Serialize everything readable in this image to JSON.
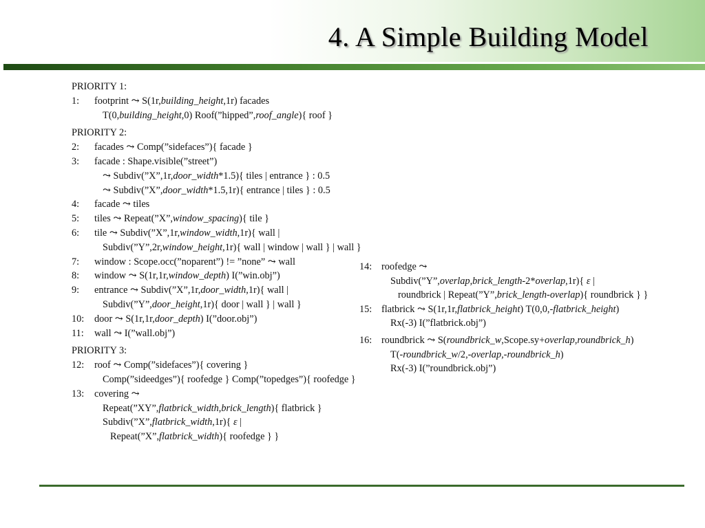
{
  "slide": {
    "title": "4. A Simple Building Model"
  },
  "left_column": [
    {
      "num": "",
      "indent": "h",
      "text": "PRIORITY 1:"
    },
    {
      "num": "1:",
      "indent": "",
      "text": "footprint ⤳ S(1r,<i>building_height</i>,1r) facades"
    },
    {
      "num": "",
      "indent": "i1",
      "text": "T(0,<i>building_height</i>,0) Roof(”hipped”,<i>roof_angle</i>){ roof }"
    },
    {
      "num": "",
      "indent": "h",
      "gap": true,
      "text": "PRIORITY 2:"
    },
    {
      "num": "2:",
      "indent": "",
      "text": "facades ⤳ Comp(”sidefaces”){ facade }"
    },
    {
      "num": "3:",
      "indent": "",
      "text": "facade : Shape.visible(”street”)"
    },
    {
      "num": "",
      "indent": "i1",
      "text": "⤳ Subdiv(”X”,1r,<i>door_width</i>*1.5){ tiles | entrance } : 0.5"
    },
    {
      "num": "",
      "indent": "i1",
      "text": "⤳ Subdiv(”X”,<i>door_width</i>*1.5,1r){ entrance | tiles } : 0.5"
    },
    {
      "num": "4:",
      "indent": "",
      "text": "facade ⤳ tiles"
    },
    {
      "num": "5:",
      "indent": "",
      "text": "tiles ⤳ Repeat(”X”,<i>window_spacing</i>){ tile }"
    },
    {
      "num": "6:",
      "indent": "",
      "text": "tile ⤳ Subdiv(”X”,1r,<i>window_width</i>,1r){ wall |"
    },
    {
      "num": "",
      "indent": "i1",
      "text": "Subdiv(”Y”,2r,<i>window_height</i>,1r){ wall | window | wall } | wall }"
    },
    {
      "num": "7:",
      "indent": "",
      "text": "window : Scope.occ(”noparent”) != ”none” ⤳ wall"
    },
    {
      "num": "8:",
      "indent": "",
      "text": "window ⤳ S(1r,1r,<i>window_depth</i>) I(”win.obj”)"
    },
    {
      "num": "9:",
      "indent": "",
      "text": "entrance ⤳ Subdiv(”X”,1r,<i>door_width</i>,1r){ wall |"
    },
    {
      "num": "",
      "indent": "i1",
      "text": "Subdiv(”Y”,<i>door_height</i>,1r){ door | wall } | wall }"
    },
    {
      "num": "10:",
      "indent": "",
      "text": "door ⤳ S(1r,1r,<i>door_depth</i>) I(”door.obj”)"
    },
    {
      "num": "11:",
      "indent": "",
      "text": "wall ⤳ I(”wall.obj”)"
    },
    {
      "num": "",
      "indent": "h",
      "gap": true,
      "text": "PRIORITY 3:"
    },
    {
      "num": "12:",
      "indent": "",
      "text": "roof ⤳ Comp(”sidefaces”){ covering }"
    },
    {
      "num": "",
      "indent": "i1",
      "text": "Comp(”sideedges”){ roofedge } Comp(”topedges”){ roofedge }"
    },
    {
      "num": "13:",
      "indent": "",
      "text": "covering ⤳"
    },
    {
      "num": "",
      "indent": "i1",
      "text": "Repeat(”XY”,<i>flatbrick_width</i>,<i>brick_length</i>){ flatbrick }"
    },
    {
      "num": "",
      "indent": "i1",
      "text": "Subdiv(”X”,<i>flatbrick_width</i>,1r){ <i>ε</i> |"
    },
    {
      "num": "",
      "indent": "i2",
      "text": "Repeat(”X”,<i>flatbrick_width</i>){ roofedge } }"
    }
  ],
  "right_column": [
    {
      "num": "14:",
      "indent": "",
      "text": "roofedge ⤳"
    },
    {
      "num": "",
      "indent": "i1",
      "text": "Subdiv(”Y”,<i>overlap</i>,<i>brick_length</i>-2*<i>overlap</i>,1r){ <i>ε</i> |"
    },
    {
      "num": "",
      "indent": "i2",
      "text": "roundbrick | Repeat(”Y”,<i>brick_length-overlap</i>){ roundbrick } }"
    },
    {
      "num": "15:",
      "indent": "",
      "text": "flatbrick ⤳ S(1r,1r,<i>flatbrick_height</i>) T(0,0,-<i>flatbrick_height</i>)"
    },
    {
      "num": "",
      "indent": "i1",
      "text": "Rx(-3) I(”flatbrick.obj”)"
    },
    {
      "num": "16:",
      "indent": "",
      "gap": true,
      "text": "roundbrick ⤳ S(<i>roundbrick_w</i>,Scope.sy+<i>overlap</i>,<i>roundbrick_h</i>)"
    },
    {
      "num": "",
      "indent": "i1",
      "text": "T(-<i>roundbrick_w</i>/2,-<i>overlap</i>,-<i>roundbrick_h</i>)"
    },
    {
      "num": "",
      "indent": "i1",
      "text": "Rx(-3) I(”roundbrick.obj”)"
    }
  ]
}
